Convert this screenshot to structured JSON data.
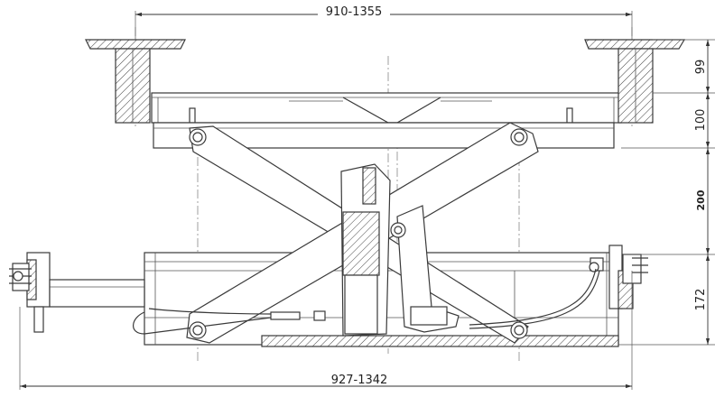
{
  "diagram": {
    "dimensions": {
      "top_width": "910-1355",
      "bottom_width": "927-1342",
      "h1": "99",
      "h2": "100",
      "h3": "200",
      "h4": "172"
    }
  }
}
